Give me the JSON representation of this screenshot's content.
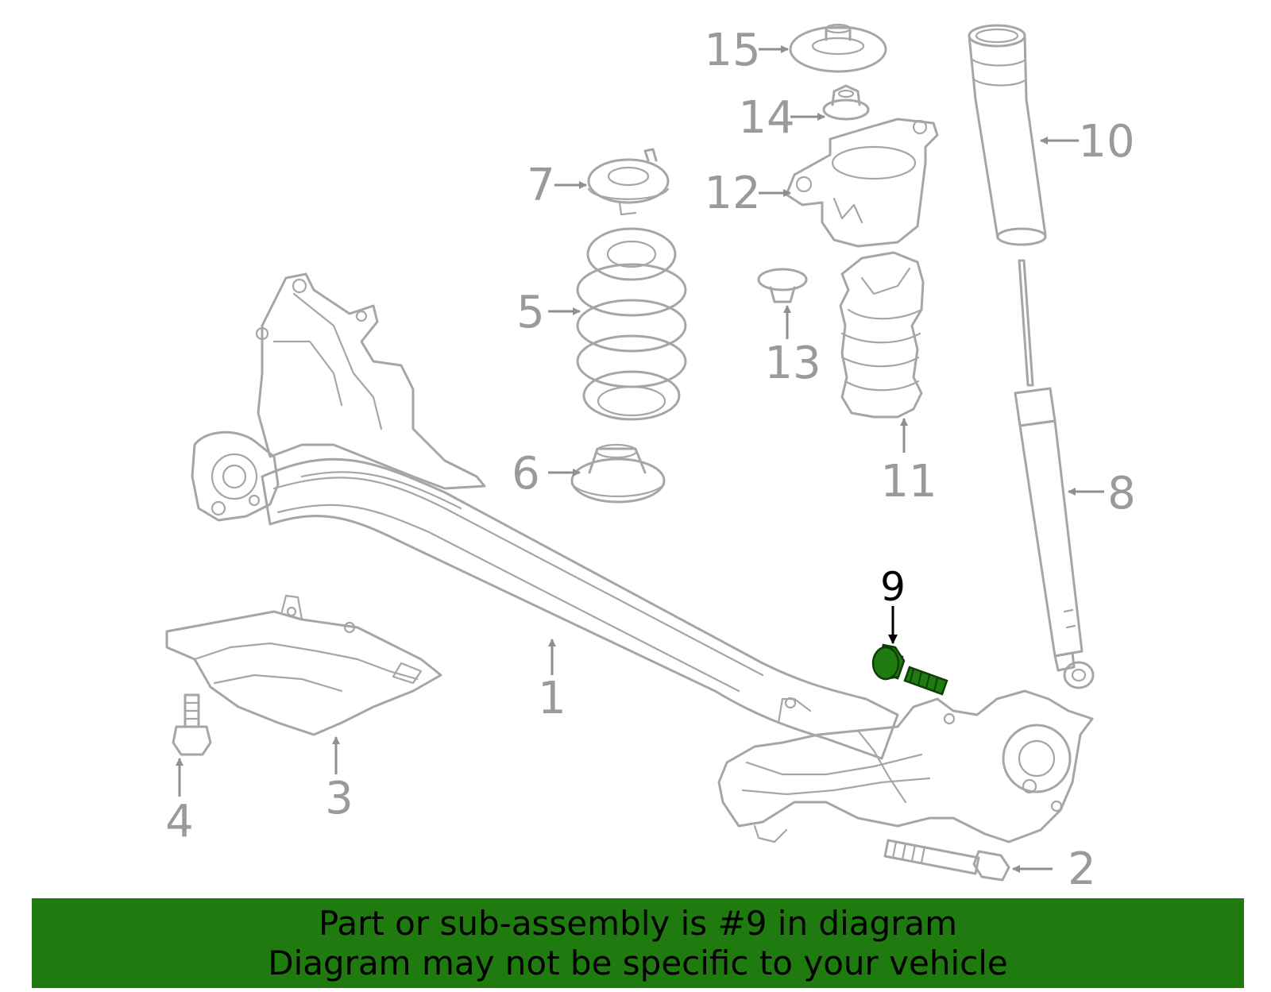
{
  "diagram": {
    "callouts": [
      "1",
      "2",
      "3",
      "4",
      "5",
      "6",
      "7",
      "8",
      "9",
      "10",
      "11",
      "12",
      "13",
      "14",
      "15"
    ],
    "highlighted_part": "9",
    "highlight_color": "#1f7a10"
  },
  "banner": {
    "background": "#1f7a10",
    "line1": "Part or sub-assembly is #9 in diagram",
    "line2": "Diagram may not be specific to your vehicle"
  }
}
